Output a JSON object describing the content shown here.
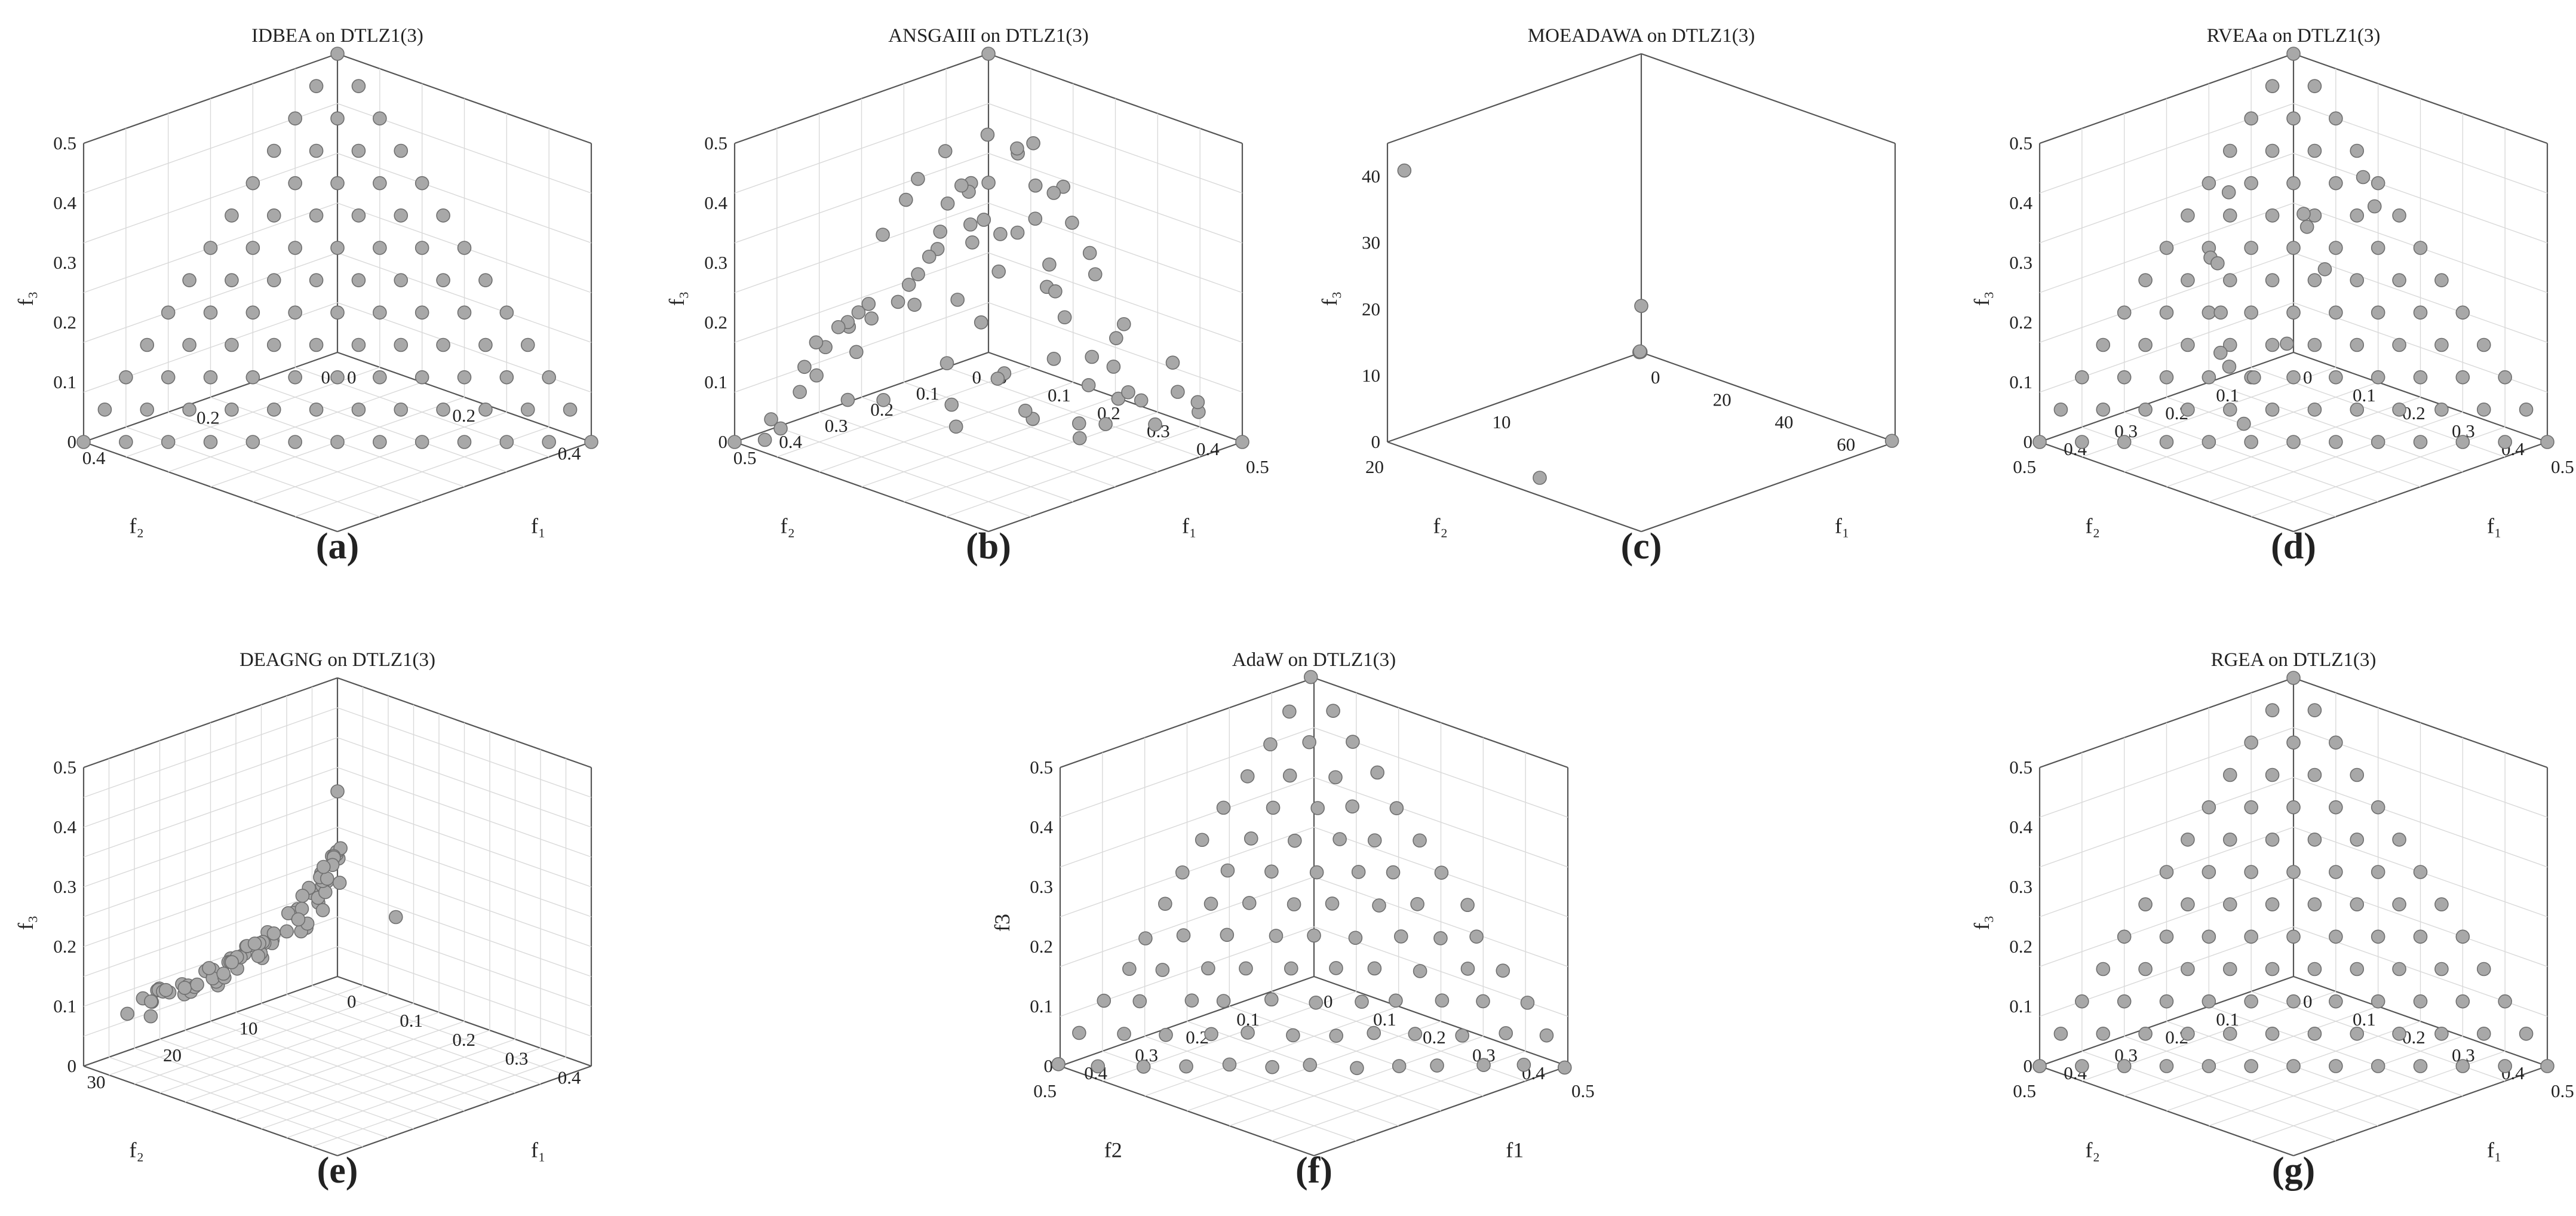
{
  "colors": {
    "axis": "#555555",
    "grid": "#d9d9d9",
    "marker_fill": "#a8a8a8",
    "marker_stroke": "#6f6f6f",
    "text": "#222222"
  },
  "chart_data": [
    {
      "type": "scatter",
      "subplot": "(a)",
      "title": "IDBEA on DTLZ1(3)",
      "xlabel": "f₁",
      "ylabel": "f₂",
      "zlabel": "f₃",
      "xlim": [
        0,
        0.5
      ],
      "ylim": [
        0,
        0.5
      ],
      "zlim": [
        0,
        0.5
      ],
      "xticks": [
        "0",
        "0.2",
        "0.4"
      ],
      "yticks": [
        "0",
        "0.2",
        "0.4"
      ],
      "zticks": [
        "0",
        "0.1",
        "0.2",
        "0.3",
        "0.4",
        "0.5"
      ],
      "grid": true,
      "pattern": "uniform",
      "divisions": 12
    },
    {
      "type": "scatter",
      "subplot": "(b)",
      "title": "ANSGAIII on DTLZ1(3)",
      "xlabel": "f₁",
      "ylabel": "f₂",
      "zlabel": "f₃",
      "xlim": [
        0,
        0.5
      ],
      "ylim": [
        0,
        0.5
      ],
      "zlim": [
        0,
        0.5
      ],
      "xticks": [
        "0",
        "0.1",
        "0.2",
        "0.3",
        "0.4",
        "0.5"
      ],
      "yticks": [
        "0",
        "0.1",
        "0.2",
        "0.3",
        "0.4",
        "0.5"
      ],
      "zticks": [
        "0",
        "0.1",
        "0.2",
        "0.3",
        "0.4",
        "0.5"
      ],
      "grid": true,
      "pattern": "scattered",
      "points": 80
    },
    {
      "type": "scatter",
      "subplot": "(c)",
      "title": "MOEADAWA on DTLZ1(3)",
      "xlabel": "f₁",
      "ylabel": "f₂",
      "zlabel": "f₃",
      "xlim": [
        0,
        80
      ],
      "ylim": [
        0,
        30
      ],
      "zlim": [
        0,
        45
      ],
      "xticks": [
        "0",
        "20",
        "40",
        "60"
      ],
      "yticks": [
        "10",
        "20"
      ],
      "zticks": [
        "0",
        "10",
        "20",
        "30",
        "40"
      ],
      "grid": false,
      "pattern": "custom",
      "points": [
        {
          "x": 0,
          "y": 0,
          "z": 7
        },
        {
          "x": 0,
          "y": 28,
          "z": 40
        },
        {
          "x": 40,
          "y": 27,
          "z": 0
        },
        {
          "x": 79,
          "y": 0,
          "z": 0
        },
        {
          "x": 0.3,
          "y": 0.2,
          "z": 0.2
        },
        {
          "x": 0.2,
          "y": 0.3,
          "z": 0.2
        },
        {
          "x": 0.25,
          "y": 0.25,
          "z": 0.3
        }
      ]
    },
    {
      "type": "scatter",
      "subplot": "(d)",
      "title": "RVEAa on DTLZ1(3)",
      "xlabel": "f₁",
      "ylabel": "f₂",
      "zlabel": "f₃",
      "xlim": [
        0,
        0.5
      ],
      "ylim": [
        0,
        0.5
      ],
      "zlim": [
        0,
        0.5
      ],
      "xticks": [
        "0",
        "0.1",
        "0.2",
        "0.3",
        "0.4",
        "0.5"
      ],
      "yticks": [
        "0.1",
        "0.2",
        "0.3",
        "0.4",
        "0.5"
      ],
      "zticks": [
        "0",
        "0.1",
        "0.2",
        "0.3",
        "0.4",
        "0.5"
      ],
      "grid": true,
      "pattern": "uniform_extra",
      "divisions": 12
    },
    {
      "type": "scatter",
      "subplot": "(e)",
      "title": "DEAGNG on DTLZ1(3)",
      "xlabel": "f₁",
      "ylabel": "f₂",
      "zlabel": "f₃",
      "xlim": [
        0,
        0.5
      ],
      "ylim": [
        0,
        35
      ],
      "zlim": [
        0,
        0.5
      ],
      "xticks": [
        "0",
        "0.1",
        "0.2",
        "0.3",
        "0.4"
      ],
      "yticks": [
        "10",
        "20",
        "30"
      ],
      "zticks": [
        "0",
        "0.1",
        "0.2",
        "0.3",
        "0.4",
        "0.5"
      ],
      "grid": true,
      "pattern": "clustered",
      "points": 90
    },
    {
      "type": "scatter",
      "subplot": "(f)",
      "title": "AdaW on DTLZ1(3)",
      "xlabel": "f1",
      "ylabel": "f2",
      "zlabel": "f3",
      "xlim": [
        0,
        0.5
      ],
      "ylim": [
        0,
        0.5
      ],
      "zlim": [
        0,
        0.5
      ],
      "xticks": [
        "0",
        "0.1",
        "0.2",
        "0.3",
        "0.4",
        "0.5"
      ],
      "yticks": [
        "0.1",
        "0.2",
        "0.3",
        "0.4",
        "0.5"
      ],
      "zticks": [
        "0",
        "0.1",
        "0.2",
        "0.3",
        "0.4",
        "0.5"
      ],
      "grid": true,
      "pattern": "uniform_jitter",
      "divisions": 12
    },
    {
      "type": "scatter",
      "subplot": "(g)",
      "title": "RGEA on DTLZ1(3)",
      "xlabel": "f₁",
      "ylabel": "f₂",
      "zlabel": "f₃",
      "xlim": [
        0,
        0.5
      ],
      "ylim": [
        0,
        0.5
      ],
      "zlim": [
        0,
        0.5
      ],
      "xticks": [
        "0",
        "0.1",
        "0.2",
        "0.3",
        "0.4",
        "0.5"
      ],
      "yticks": [
        "0.1",
        "0.2",
        "0.3",
        "0.4",
        "0.5"
      ],
      "zticks": [
        "0",
        "0.1",
        "0.2",
        "0.3",
        "0.4",
        "0.5"
      ],
      "grid": true,
      "pattern": "uniform",
      "divisions": 12
    }
  ]
}
